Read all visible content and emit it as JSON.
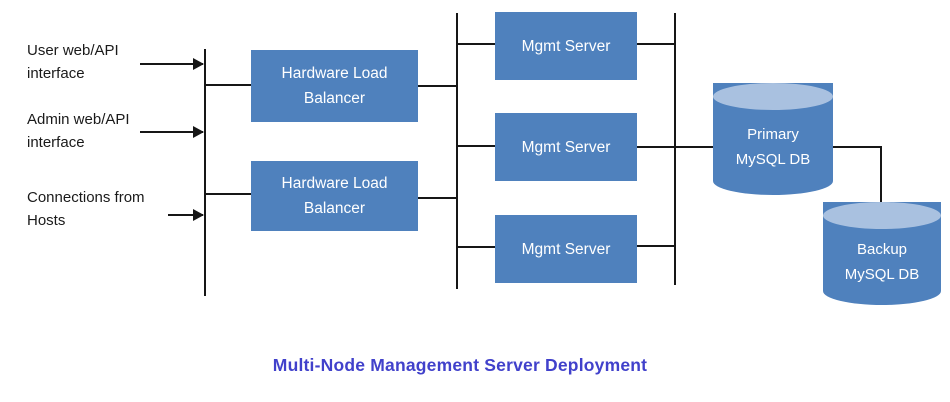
{
  "diagram": {
    "title": "Multi-Node Management Server Deployment",
    "inputs": [
      {
        "label": "User web/API interface"
      },
      {
        "label": "Admin web/API interface"
      },
      {
        "label": "Connections from Hosts"
      }
    ],
    "load_balancers": [
      {
        "label": "Hardware Load Balancer"
      },
      {
        "label": "Hardware Load Balancer"
      }
    ],
    "mgmt_servers": [
      {
        "label": "Mgmt Server"
      },
      {
        "label": "Mgmt Server"
      },
      {
        "label": "Mgmt Server"
      }
    ],
    "databases": [
      {
        "label": "Primary MySQL DB"
      },
      {
        "label": "Backup MySQL DB"
      }
    ],
    "colors": {
      "node_fill": "#4F81BD",
      "node_text": "#FFFFFF",
      "cylinder_top": "#A9C1E0",
      "connector": "#161616",
      "title_text": "#4141CB"
    }
  }
}
